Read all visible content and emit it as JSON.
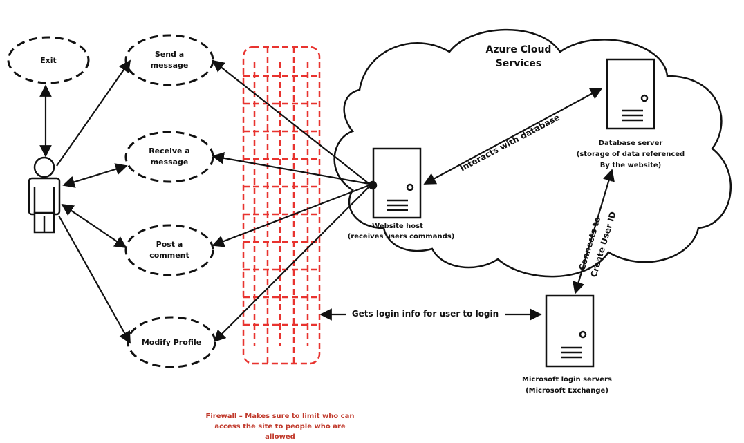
{
  "use_cases": {
    "exit": "Exit",
    "send": [
      "Send a",
      "message"
    ],
    "receive": [
      "Receive a",
      "message"
    ],
    "post": [
      "Post a",
      "comment"
    ],
    "modify": "Modify Profile"
  },
  "cloud": {
    "title": [
      "Azure Cloud",
      "Services"
    ]
  },
  "website_host": {
    "label": [
      "Website host",
      "(receives users commands)"
    ]
  },
  "database_server": {
    "label": [
      "Database server",
      "(storage of data referenced",
      "By the website)"
    ]
  },
  "login_servers": {
    "label": [
      "Microsoft login servers",
      "(Microsoft Exchange)"
    ]
  },
  "edges": {
    "interacts": "Interacts with database",
    "connects": [
      "Connects to",
      "Create User ID"
    ],
    "login_info": "Gets login info for user to login"
  },
  "firewall": {
    "caption": [
      "Firewall – Makes sure to limit who can",
      "access the site to people who are",
      "allowed"
    ]
  },
  "colors": {
    "firewall": "#e8332f",
    "ink": "#111111"
  }
}
